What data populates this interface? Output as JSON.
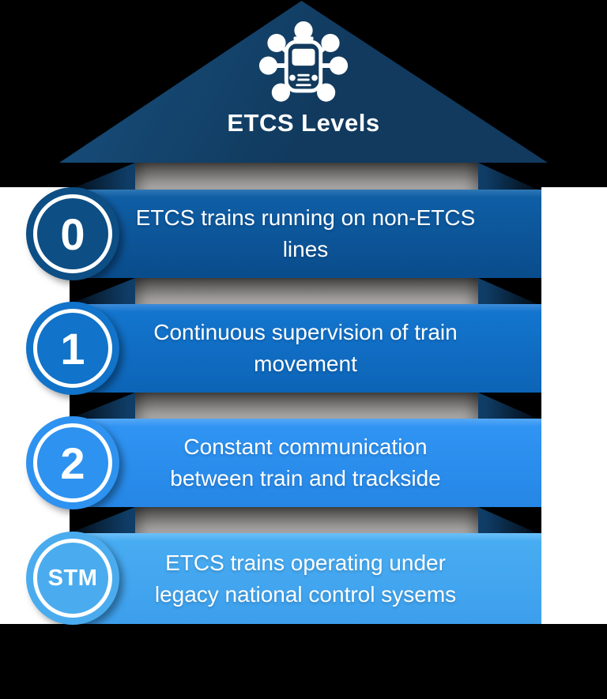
{
  "title": "ETCS Levels",
  "header_icon": "train-network-icon",
  "levels": [
    {
      "badge": "0",
      "line1": "ETCS trains running on non-ETCS",
      "line2": "lines",
      "colors": {
        "highlight": "#2f77b5",
        "bar_top": "#0f5ea5",
        "bar_bottom": "#0a4c8c",
        "badge": "#0d4e84"
      }
    },
    {
      "badge": "1",
      "line1": "Continuous supervision of train",
      "line2": "movement",
      "colors": {
        "highlight": "#3d8cda",
        "bar_top": "#1375ce",
        "bar_bottom": "#0d64b6",
        "badge": "#1173c9"
      }
    },
    {
      "badge": "2",
      "line1": "Constant communication",
      "line2": "between train and trackside",
      "colors": {
        "highlight": "#57a8f5",
        "bar_top": "#3094f3",
        "bar_bottom": "#2586e5",
        "badge": "#2e92f0"
      }
    },
    {
      "badge": "STM",
      "line1": "ETCS trains operating under",
      "line2": "legacy national control sysems",
      "colors": {
        "highlight": "#6cc0f8",
        "bar_top": "#48acf2",
        "bar_bottom": "#3d9fec",
        "badge": "#4aacee"
      }
    }
  ],
  "colors": {
    "background": "#000000",
    "band": "#ffffff",
    "text": "#ffffff",
    "triangle": "#113a5e",
    "triangle_light": "#17507f",
    "shaft_top": "#454442",
    "shaft_mid": "#787674",
    "shaft_bottom": "#b7b5b3",
    "fold_dark": "#04101c",
    "fold_light": "#0f3d66"
  }
}
